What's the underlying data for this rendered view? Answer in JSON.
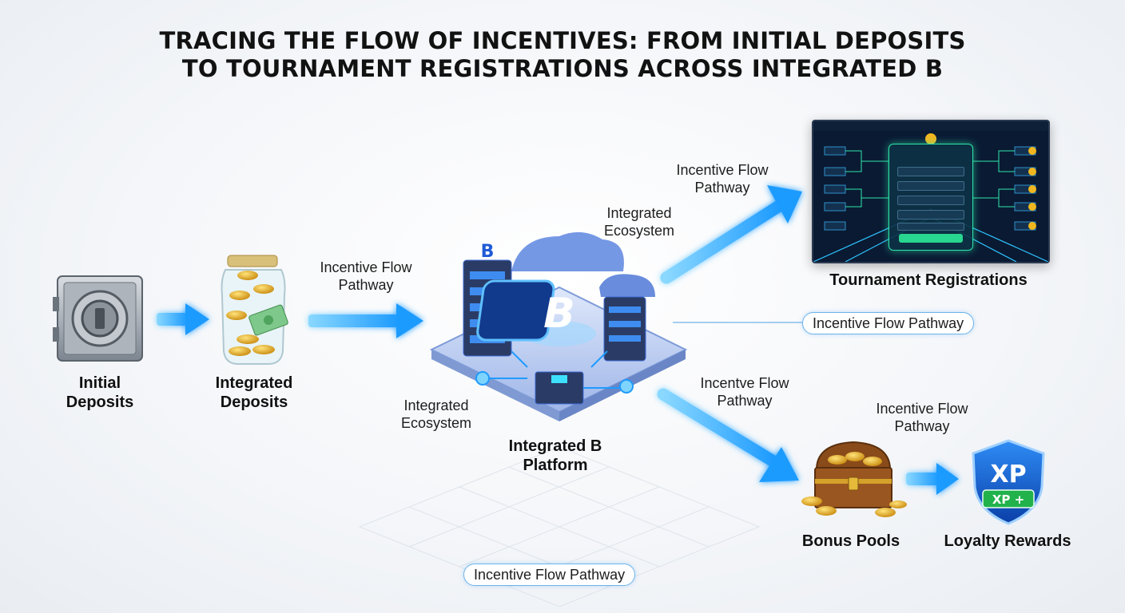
{
  "title": {
    "line1": "TRACING THE FLOW OF INCENTIVES: FROM INITIAL DEPOSITS",
    "line2": "TO TOURNAMENT REGISTRATIONS ACROSS INTEGRATED B"
  },
  "nodes": {
    "initial_deposits": {
      "line1": "Initial",
      "line2": "Deposits",
      "icon": "vault-icon"
    },
    "integrated_deposits": {
      "line1": "Integrated",
      "line2": "Deposits",
      "icon": "coin-jar-icon"
    },
    "platform": {
      "line1": "Integrated B",
      "line2": "Platform",
      "icon": "b-platform-icon",
      "logo_letter": "B"
    },
    "tournament": {
      "label": "Tournament Registrations",
      "icon": "tournament-screen-icon"
    },
    "bonus_pools": {
      "label": "Bonus Pools",
      "icon": "treasure-chest-icon"
    },
    "loyalty": {
      "label": "Loyalty Rewards",
      "icon": "xp-shield-icon",
      "badge_main": "XP",
      "badge_sub": "XP +"
    }
  },
  "flow_labels": {
    "deposit_to_platform": {
      "line1": "Incentive Flow",
      "line2": "Pathway"
    },
    "platform_to_tournament": {
      "line1": "Incentive Flow",
      "line2": "Pathway"
    },
    "ecosystem_top": {
      "line1": "Integrated",
      "line2": "Ecosystem"
    },
    "ecosystem_bottom": {
      "line1": "Integrated",
      "line2": "Ecosystem"
    },
    "platform_to_bonus": {
      "line1": "Incentve Flow",
      "line2": "Pathway"
    },
    "bonus_to_loyalty": {
      "line1": "Incentive Flow",
      "line2": "Pathway"
    },
    "pill_right": "Incentive Flow Pathway",
    "pill_bottom": "Incentive Flow Pathway"
  },
  "colors": {
    "arrow": "#1e9bff",
    "arrow_glow": "#7cd0ff",
    "platform_blue": "#2f6fe0",
    "screen_bg": "#0a1a33",
    "accent_green": "#2ee6a8",
    "gold": "#f2b71f"
  }
}
